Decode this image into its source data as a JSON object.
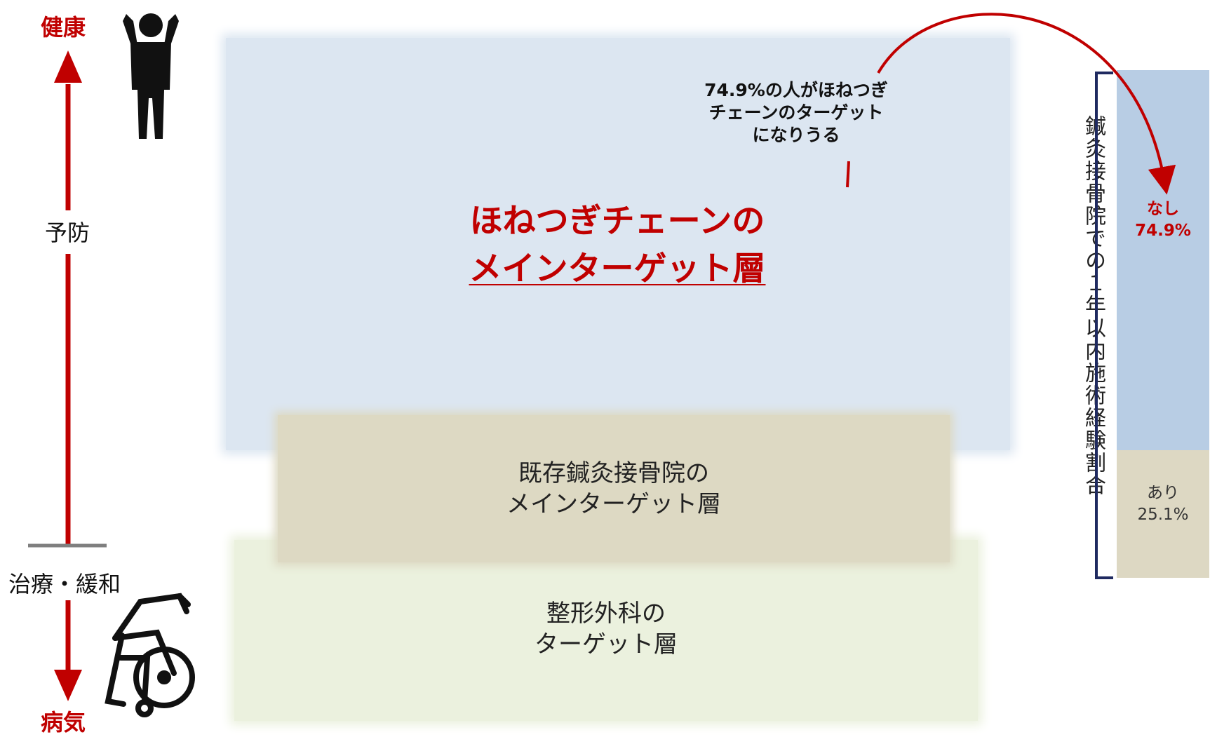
{
  "axis": {
    "top_label": "健康",
    "bottom_label": "病気",
    "upper_label": "予防",
    "lower_label": "治療・緩和"
  },
  "layers": {
    "main_target": {
      "line1": "ほねつぎチェーンの",
      "line2": "メインターゲット層"
    },
    "existing": {
      "line1": "既存鍼灸接骨院の",
      "line2": "メインターゲット層"
    },
    "orthopedics": {
      "line1": "整形外科の",
      "line2": "ターゲット層"
    }
  },
  "callout": {
    "line1": "74.9%の人がほねつぎ",
    "line2": "チェーンのターゲット",
    "line3": "になりうる"
  },
  "experience_bar": {
    "caption": "鍼灸接骨院での１年以内施術経験割合",
    "segments": [
      {
        "label": "なし",
        "value_text": "74.9%",
        "value": 74.9,
        "color": "#b8cde4",
        "label_color": "#c00000"
      },
      {
        "label": "あり",
        "value_text": "25.1%",
        "value": 25.1,
        "color": "#ddd8c3",
        "label_color": "#333333"
      }
    ]
  },
  "colors": {
    "accent_red": "#c00000",
    "main_layer": "#dce6f1",
    "existing_layer": "#ddd9c3",
    "ortho_layer": "#ebf1de",
    "bracket": "#1f2a60"
  }
}
